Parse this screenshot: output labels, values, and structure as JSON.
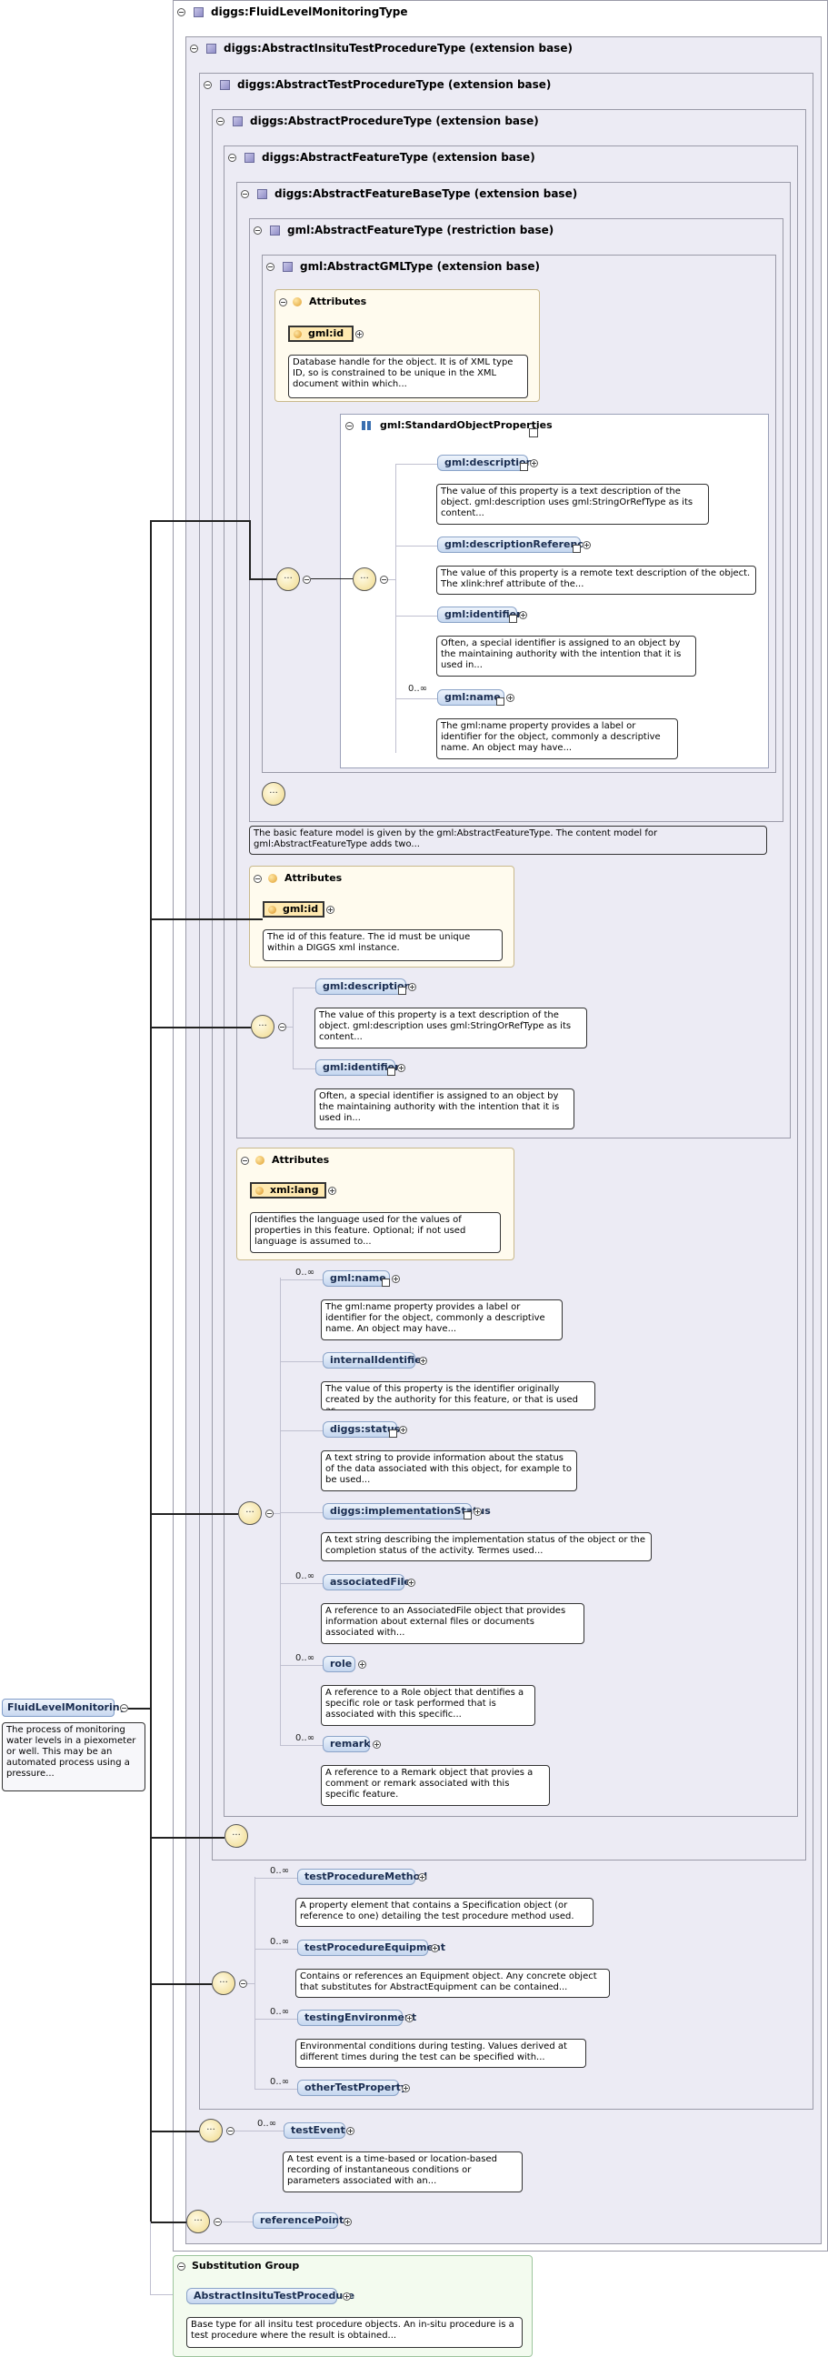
{
  "boxes": [
    {
      "title": "diggs:FluidLevelMonitoringType"
    },
    {
      "title": "diggs:AbstractInsituTestProcedureType (extension base)"
    },
    {
      "title": "diggs:AbstractTestProcedureType (extension base)"
    },
    {
      "title": "diggs:AbstractProcedureType (extension base)"
    },
    {
      "title": "diggs:AbstractFeatureType (extension base)"
    },
    {
      "title": "diggs:AbstractFeatureBaseType (extension base)"
    },
    {
      "title": "gml:AbstractFeatureType (restriction base)"
    },
    {
      "title": "gml:AbstractGMLType (extension base)"
    }
  ],
  "attributes_label": "Attributes",
  "gml_attrs": {
    "name": "gml:id",
    "note": "Database handle for the object. It is of XML type ID, so is constrained to be unique in the XML document within which..."
  },
  "sop": {
    "title": "gml:StandardObjectProperties",
    "elements": [
      {
        "name": "gml:description",
        "note": "The value of this property is a text description of the object. gml:description uses gml:StringOrRefType as its content..."
      },
      {
        "name": "gml:descriptionReference",
        "note": "The value of this property is a remote text description of the object. The xlink:href attribute of the..."
      },
      {
        "name": "gml:identifier",
        "note": "Often, a special identifier is assigned to an object by the maintaining authority with the intention that it is used in..."
      },
      {
        "name": "gml:name",
        "card": "0..∞",
        "note": "The gml:name property provides a label or identifier for the object, commonly a descriptive name. An object may have..."
      }
    ]
  },
  "feature_note": "The basic feature model is given by the gml:AbstractFeatureType. The content model for gml:AbstractFeatureType adds two...",
  "diggs_attrs": {
    "name": "gml:id",
    "note": "The id of this feature. The id must be unique within a DIGGS xml instance."
  },
  "feature_elements": [
    {
      "name": "gml:description",
      "note": "The value of this property is a text description of the object. gml:description uses gml:StringOrRefType as its content..."
    },
    {
      "name": "gml:identifier",
      "note": "Often, a special identifier is assigned to an object by the maintaining authority with the intention that it is used in..."
    }
  ],
  "lang_attrs": {
    "name": "xml:lang",
    "note": "Identifies the language used for the values of properties in this feature. Optional; if not used language is assumed to..."
  },
  "base_elements": [
    {
      "name": "gml:name",
      "card": "0..∞",
      "note": "The gml:name property provides a label or identifier for the object, commonly a descriptive name. An object may have..."
    },
    {
      "name": "internalIdentifier",
      "card": "",
      "note": "The value of this property is the identifier originally created by the authority for this feature, or that is used as..."
    },
    {
      "name": "diggs:status",
      "card": "",
      "note": "A text string to provide information about the status of the data associated with this object, for example to be used..."
    },
    {
      "name": "diggs:implementationStatus",
      "card": "",
      "note": "A text string describing the implementation status of the object or the completion status of the activity. Termes used..."
    },
    {
      "name": "associatedFile",
      "card": "0..∞",
      "note": "A reference to an AssociatedFile object that provides information about external files or documents associated with..."
    },
    {
      "name": "role",
      "card": "0..∞",
      "note": "A reference to a Role object that dentifies a specific role or task performed that is associated with this specific..."
    },
    {
      "name": "remark",
      "card": "0..∞",
      "note": "A reference to a Remark object that provies a comment or remark associated with this specific feature."
    }
  ],
  "test_elements": [
    {
      "name": "testProcedureMethod",
      "card": "0..∞",
      "note": "A property element that contains a Specification object (or reference to one) detailing the test procedure method used."
    },
    {
      "name": "testProcedureEquipment",
      "card": "0..∞",
      "note": "Contains or references an Equipment object. Any concrete object that substitutes for AbstractEquipment can be contained..."
    },
    {
      "name": "testingEnvironment",
      "card": "0..∞",
      "note": "Environmental conditions during testing. Values derived at different times during the test can be specified with..."
    },
    {
      "name": "otherTestProperty",
      "card": "0..∞"
    }
  ],
  "test_event": {
    "name": "testEvent",
    "card": "0..∞",
    "note": "A test event is a time-based or location-based recording of instantaneous conditions or parameters associated with an..."
  },
  "reference_points": {
    "name": "referencePoints"
  },
  "root": {
    "name": "FluidLevelMonitoring",
    "note": "The process of monitoring water levels in a piexometer or well. This may be an automated process using a pressure..."
  },
  "substitution": {
    "title": "Substitution Group",
    "name": "AbstractInsituTestProcedure",
    "note": "Base type for all insitu test procedure objects. An in-situ procedure is a test procedure where the result is obtained..."
  },
  "colors": {
    "box_fill": "#ecebf4",
    "element_fill": "#c4d6ef",
    "attr_fill": "#fffbee",
    "subst_fill": "#f3fbef"
  }
}
